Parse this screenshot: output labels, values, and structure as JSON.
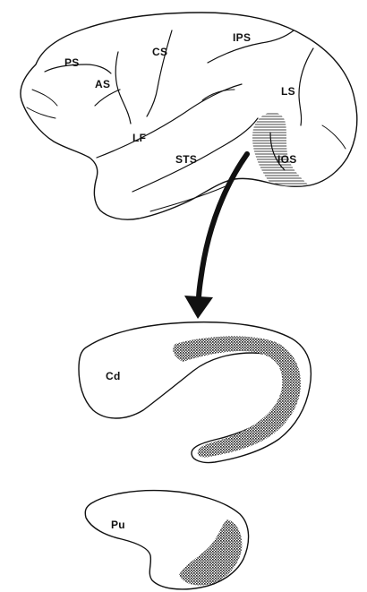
{
  "brain": {
    "labels": {
      "ps": "PS",
      "as": "AS",
      "cs": "CS",
      "ips": "IPS",
      "ls": "LS",
      "lf": "LF",
      "sts": "STS",
      "ios": "IOS"
    }
  },
  "striatum": {
    "caudate_label": "Cd",
    "putamen_label": "Pu"
  },
  "colors": {
    "ink": "#111111",
    "hatch": "#333333",
    "background": "#ffffff"
  }
}
